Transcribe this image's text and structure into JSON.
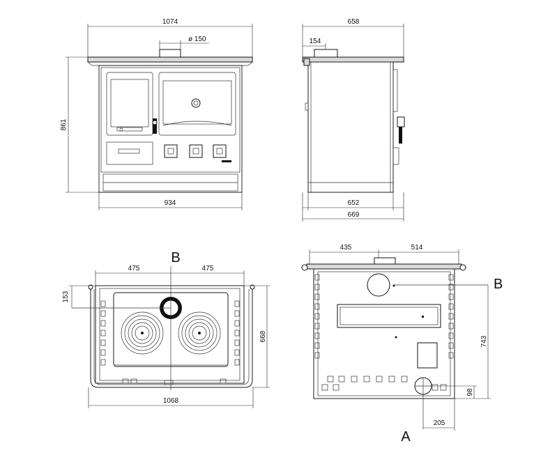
{
  "front_view": {
    "width_top": "1074",
    "flue_diameter": "ø 150",
    "height": "861",
    "width_base": "934"
  },
  "side_view": {
    "depth_total": "658",
    "flue_offset": "154",
    "depth_body": "652",
    "depth_base": "669"
  },
  "top_view": {
    "label_b": "B",
    "half_left": "475",
    "half_right": "475",
    "flue_offset": "153",
    "depth": "668",
    "width": "1068"
  },
  "rear_view": {
    "offset_left": "435",
    "offset_right": "514",
    "label_b": "B",
    "height": "743",
    "bottom_height": "98",
    "bottom_offset": "205",
    "label_a": "A"
  }
}
